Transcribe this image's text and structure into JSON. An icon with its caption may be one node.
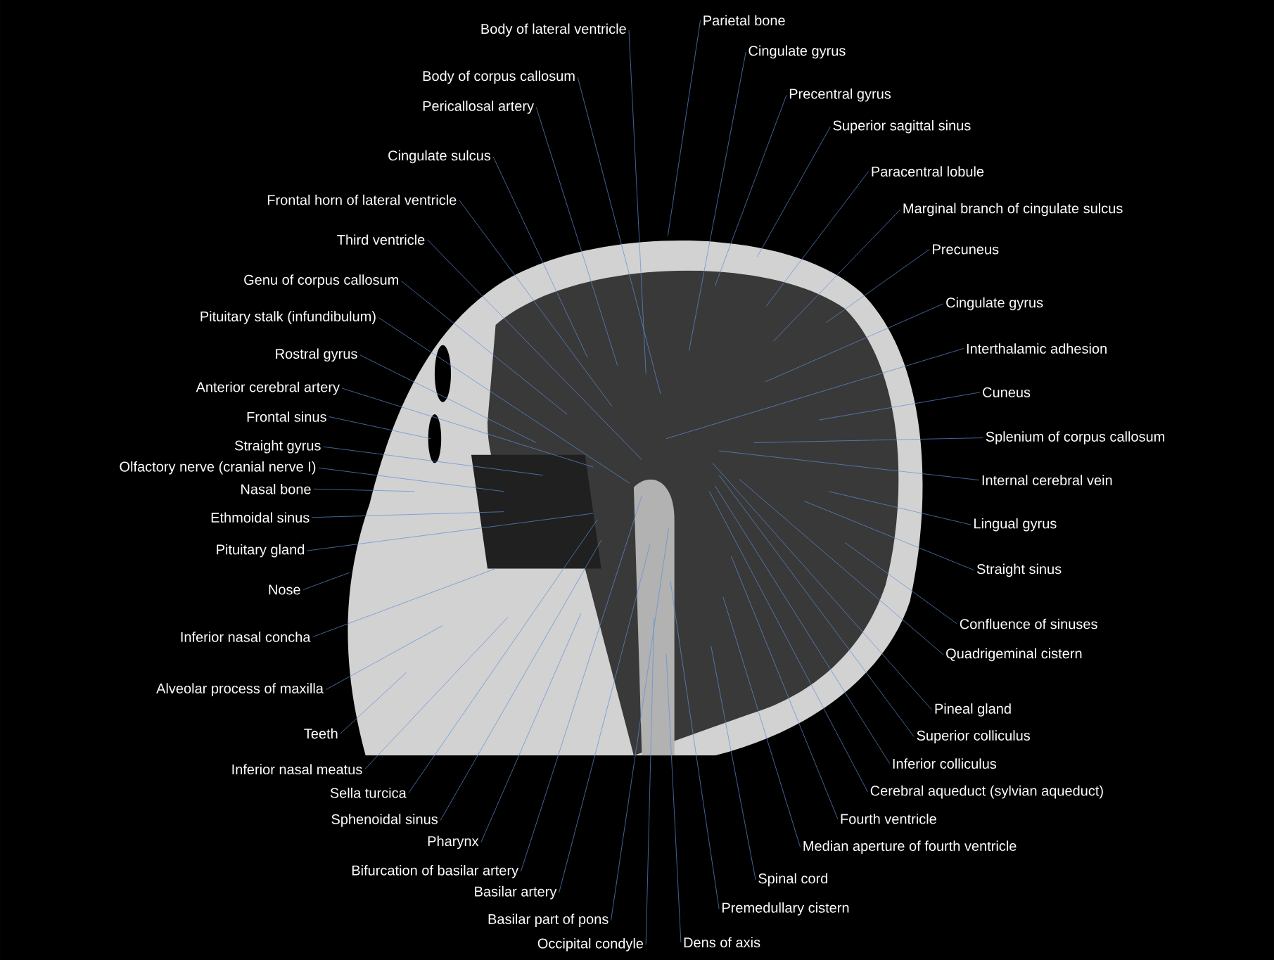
{
  "diagram": {
    "nodes": [
      {
        "text": [
          "Body of lateral ventricle"
        ]
      },
      {
        "text": [
          "Parietal bone"
        ]
      },
      {
        "text": [
          "Cingulate gyrus"
        ]
      },
      {
        "text": [
          "Body of corpus callosum"
        ]
      },
      {
        "text": [
          "Precentral gyrus"
        ]
      },
      {
        "text": [
          "Pericallosal artery"
        ]
      },
      {
        "text": [
          "Superior sagittal sinus"
        ]
      },
      {
        "text": [
          "Cingulate sulcus"
        ]
      },
      {
        "text": [
          "Paracentral lobule"
        ]
      },
      {
        "text": [
          "Frontal horn of lateral ventricle"
        ]
      },
      {
        "text": [
          "Marginal branch of cingulate sulcus"
        ]
      },
      {
        "text": [
          "Third ventricle"
        ]
      },
      {
        "text": [
          "Precuneus"
        ]
      },
      {
        "text": [
          "Genu of corpus callosum"
        ]
      },
      {
        "text": [
          "Cingulate gyrus"
        ]
      },
      {
        "text": [
          "Pituitary stalk (infundibulum)"
        ]
      },
      {
        "text": [
          "Rostral gyrus"
        ]
      },
      {
        "text": [
          "Interthalamic adhesion"
        ]
      },
      {
        "text": [
          "Anterior cerebral artery"
        ]
      },
      {
        "text": [
          "Cuneus"
        ]
      },
      {
        "text": [
          "Frontal sinus"
        ]
      },
      {
        "text": [
          "Splenium of corpus callosum"
        ]
      },
      {
        "text": [
          "Straight gyrus"
        ]
      },
      {
        "text": [
          "Olfactory nerve (cranial nerve I)"
        ]
      },
      {
        "text": [
          "Internal cerebral vein"
        ]
      },
      {
        "text": [
          "Nasal bone"
        ]
      },
      {
        "text": [
          "Ethmoidal sinus"
        ]
      },
      {
        "text": [
          "Lingual gyrus"
        ]
      },
      {
        "text": [
          "Pituitary gland"
        ]
      },
      {
        "text": [
          "Straight sinus"
        ]
      },
      {
        "text": [
          "Nose"
        ]
      },
      {
        "text": [
          "Confluence of sinuses"
        ]
      },
      {
        "text": [
          "Inferior nasal concha"
        ]
      },
      {
        "text": [
          "Quadrigeminal cistern"
        ]
      },
      {
        "text": [
          "Alveolar process of maxilla"
        ]
      },
      {
        "text": [
          "Pineal gland"
        ]
      },
      {
        "text": [
          "Teeth"
        ]
      },
      {
        "text": [
          "Superior colliculus"
        ]
      },
      {
        "text": [
          "Inferior nasal meatus"
        ]
      },
      {
        "text": [
          "Inferior colliculus"
        ]
      },
      {
        "text": [
          "Sella turcica"
        ]
      },
      {
        "text": [
          "Cerebral aqueduct (sylvian aqueduct)"
        ]
      },
      {
        "text": [
          "Sphenoidal sinus"
        ]
      },
      {
        "text": [
          "Fourth ventricle"
        ]
      },
      {
        "text": [
          "Pharynx"
        ]
      },
      {
        "text": [
          "Median aperture of fourth ventricle"
        ]
      },
      {
        "text": [
          "Bifurcation of basilar artery"
        ]
      },
      {
        "text": [
          "Spinal cord"
        ]
      },
      {
        "text": [
          "Basilar artery"
        ]
      },
      {
        "text": [
          "Premedullary cistern"
        ]
      },
      {
        "text": [
          "Basilar part of pons"
        ]
      },
      {
        "text": [
          "Dens of axis"
        ]
      },
      {
        "text": [
          "Occipital condyle"
        ]
      }
    ],
    "edges": [
      {
        "from": 0,
        "to": null,
        "arrow": "none"
      },
      {
        "from": 1,
        "to": null,
        "arrow": "none"
      },
      {
        "from": 2,
        "to": null,
        "arrow": "none"
      },
      {
        "from": 3,
        "to": null,
        "arrow": "none"
      },
      {
        "from": 4,
        "to": null,
        "arrow": "none"
      },
      {
        "from": 5,
        "to": null,
        "arrow": "none"
      },
      {
        "from": 6,
        "to": null,
        "arrow": "none"
      },
      {
        "from": 7,
        "to": null,
        "arrow": "none"
      },
      {
        "from": 8,
        "to": null,
        "arrow": "none"
      },
      {
        "from": 9,
        "to": null,
        "arrow": "none"
      },
      {
        "from": 10,
        "to": null,
        "arrow": "none"
      },
      {
        "from": 11,
        "to": null,
        "arrow": "none"
      },
      {
        "from": 12,
        "to": null,
        "arrow": "none"
      },
      {
        "from": 13,
        "to": null,
        "arrow": "none"
      },
      {
        "from": 14,
        "to": null,
        "arrow": "none"
      },
      {
        "from": 15,
        "to": null,
        "arrow": "none"
      },
      {
        "from": 16,
        "to": null,
        "arrow": "none"
      },
      {
        "from": 17,
        "to": null,
        "arrow": "none"
      },
      {
        "from": 18,
        "to": null,
        "arrow": "none"
      },
      {
        "from": 19,
        "to": null,
        "arrow": "none"
      },
      {
        "from": 20,
        "to": null,
        "arrow": "none"
      },
      {
        "from": 21,
        "to": null,
        "arrow": "none"
      },
      {
        "from": 22,
        "to": null,
        "arrow": "none"
      },
      {
        "from": 23,
        "to": null,
        "arrow": "none"
      },
      {
        "from": 24,
        "to": null,
        "arrow": "none"
      },
      {
        "from": 25,
        "to": null,
        "arrow": "none"
      },
      {
        "from": 26,
        "to": null,
        "arrow": "none"
      },
      {
        "from": 27,
        "to": null,
        "arrow": "none"
      },
      {
        "from": 28,
        "to": null,
        "arrow": "none"
      },
      {
        "from": 29,
        "to": null,
        "arrow": "none"
      },
      {
        "from": 30,
        "to": null,
        "arrow": "none"
      },
      {
        "from": 31,
        "to": null,
        "arrow": "none"
      },
      {
        "from": 32,
        "to": null,
        "arrow": "none"
      },
      {
        "from": 33,
        "to": null,
        "arrow": "none"
      },
      {
        "from": 34,
        "to": null,
        "arrow": "none"
      },
      {
        "from": 35,
        "to": null,
        "arrow": "none"
      },
      {
        "from": 36,
        "to": null,
        "arrow": "none"
      },
      {
        "from": 37,
        "to": null,
        "arrow": "none"
      },
      {
        "from": 38,
        "to": null,
        "arrow": "none"
      },
      {
        "from": 39,
        "to": null,
        "arrow": "none"
      },
      {
        "from": 40,
        "to": null,
        "arrow": "none"
      },
      {
        "from": 41,
        "to": null,
        "arrow": "none"
      },
      {
        "from": 42,
        "to": null,
        "arrow": "none"
      },
      {
        "from": 43,
        "to": null,
        "arrow": "none"
      },
      {
        "from": 44,
        "to": null,
        "arrow": "none"
      },
      {
        "from": 45,
        "to": null,
        "arrow": "none"
      },
      {
        "from": 46,
        "to": null,
        "arrow": "none"
      },
      {
        "from": 47,
        "to": null,
        "arrow": "none"
      },
      {
        "from": 48,
        "to": null,
        "arrow": "none"
      },
      {
        "from": 49,
        "to": null,
        "arrow": "none"
      },
      {
        "from": 50,
        "to": null,
        "arrow": "none"
      },
      {
        "from": 51,
        "to": null,
        "arrow": "none"
      },
      {
        "from": 52,
        "to": null,
        "arrow": "none"
      }
    ]
  }
}
